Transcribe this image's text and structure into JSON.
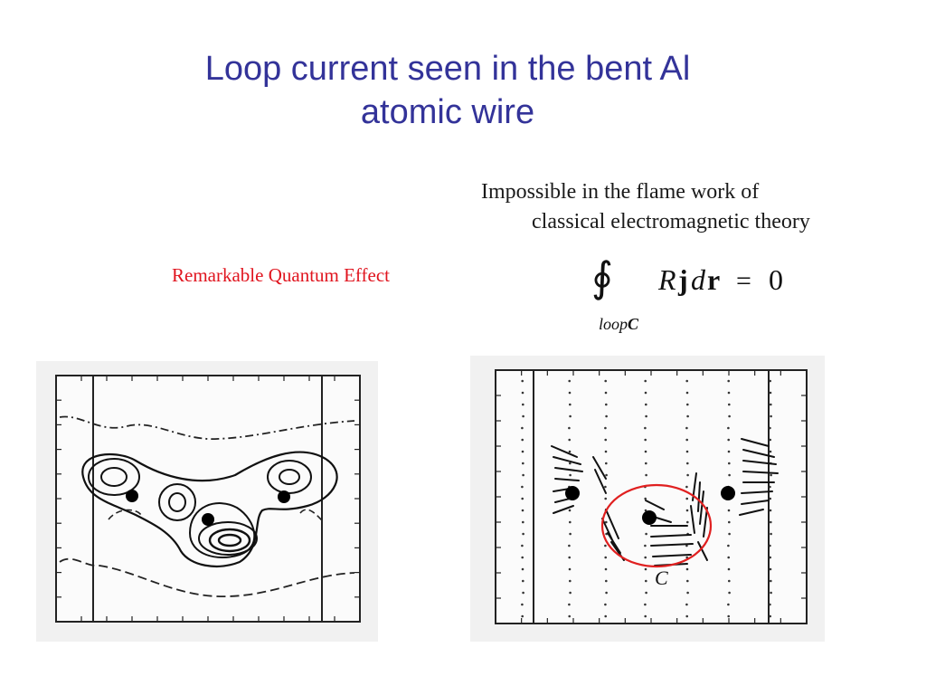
{
  "slide": {
    "title_line1": "Loop current seen in the bent Al",
    "title_line2": "atomic wire",
    "colors": {
      "title": "#333399",
      "effect": "#e0141e",
      "loop_circle": "#e02020"
    }
  },
  "note": {
    "line1": "Impossible in the flame work of",
    "line2": "classical electromagnetic theory"
  },
  "effect_label": "Remarkable Quantum Effect",
  "equation": {
    "integral_symbol": "∮",
    "integrand_R": "R",
    "integrand_j": "j",
    "integrand_d": "d",
    "integrand_r": "r",
    "equals": "=",
    "rhs": "0",
    "subscript": "loop",
    "subscript_C": "C"
  },
  "figures": {
    "left": {
      "kind": "contour-plot",
      "atoms": 3
    },
    "right": {
      "kind": "current-vector-field",
      "atoms": 3,
      "loop_label": "C"
    }
  }
}
